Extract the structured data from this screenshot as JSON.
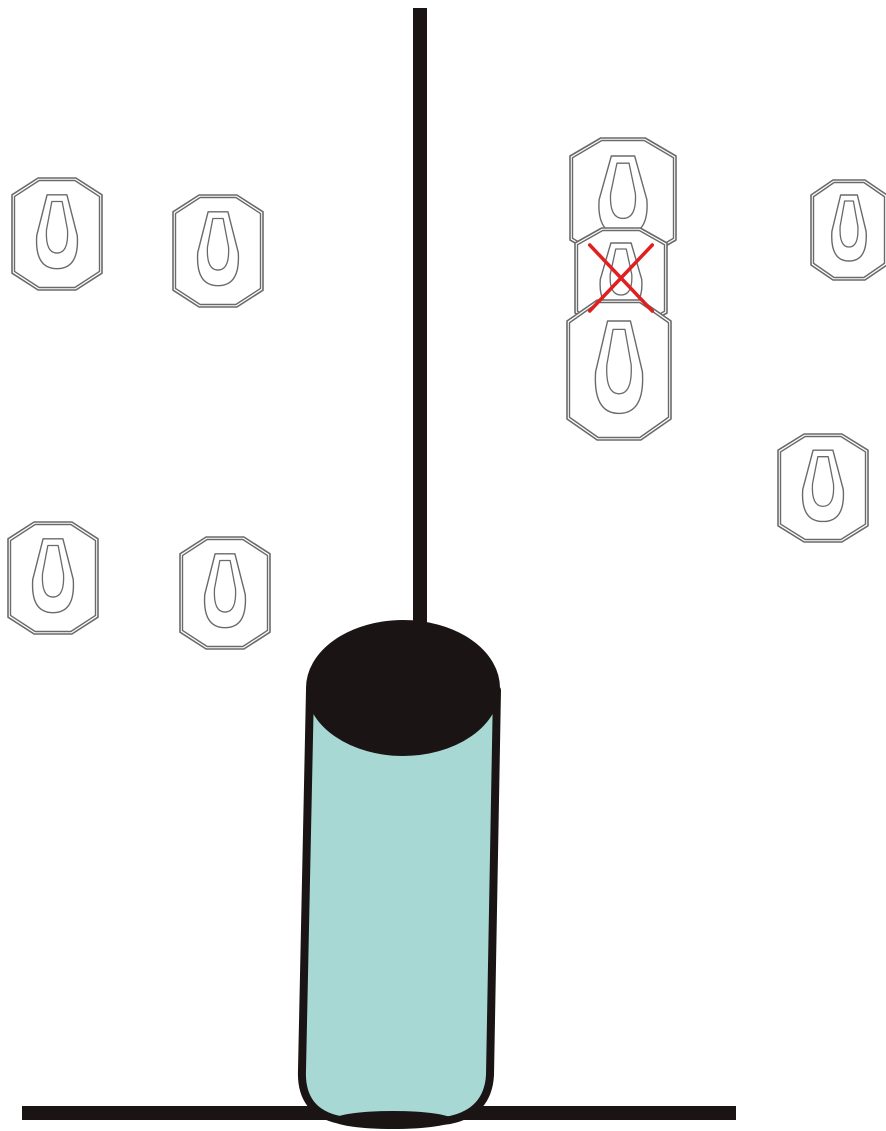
{
  "diagram": {
    "targets": [
      {
        "id": "t1",
        "kind": "shoot"
      },
      {
        "id": "t2",
        "kind": "shoot"
      },
      {
        "id": "t3",
        "kind": "shoot"
      },
      {
        "id": "t4",
        "kind": "shoot"
      },
      {
        "id": "t5",
        "kind": "shoot"
      },
      {
        "id": "t6",
        "kind": "no-shoot"
      },
      {
        "id": "t7",
        "kind": "shoot"
      },
      {
        "id": "t8",
        "kind": "shoot"
      },
      {
        "id": "t9",
        "kind": "shoot"
      }
    ],
    "barrel": {
      "body_color": "#a8d8d4",
      "top_color": "#1a1414"
    },
    "wall_color": "#1a1414",
    "no_shoot_mark_color": "#e02020",
    "outline_color": "#6a6a6a"
  }
}
